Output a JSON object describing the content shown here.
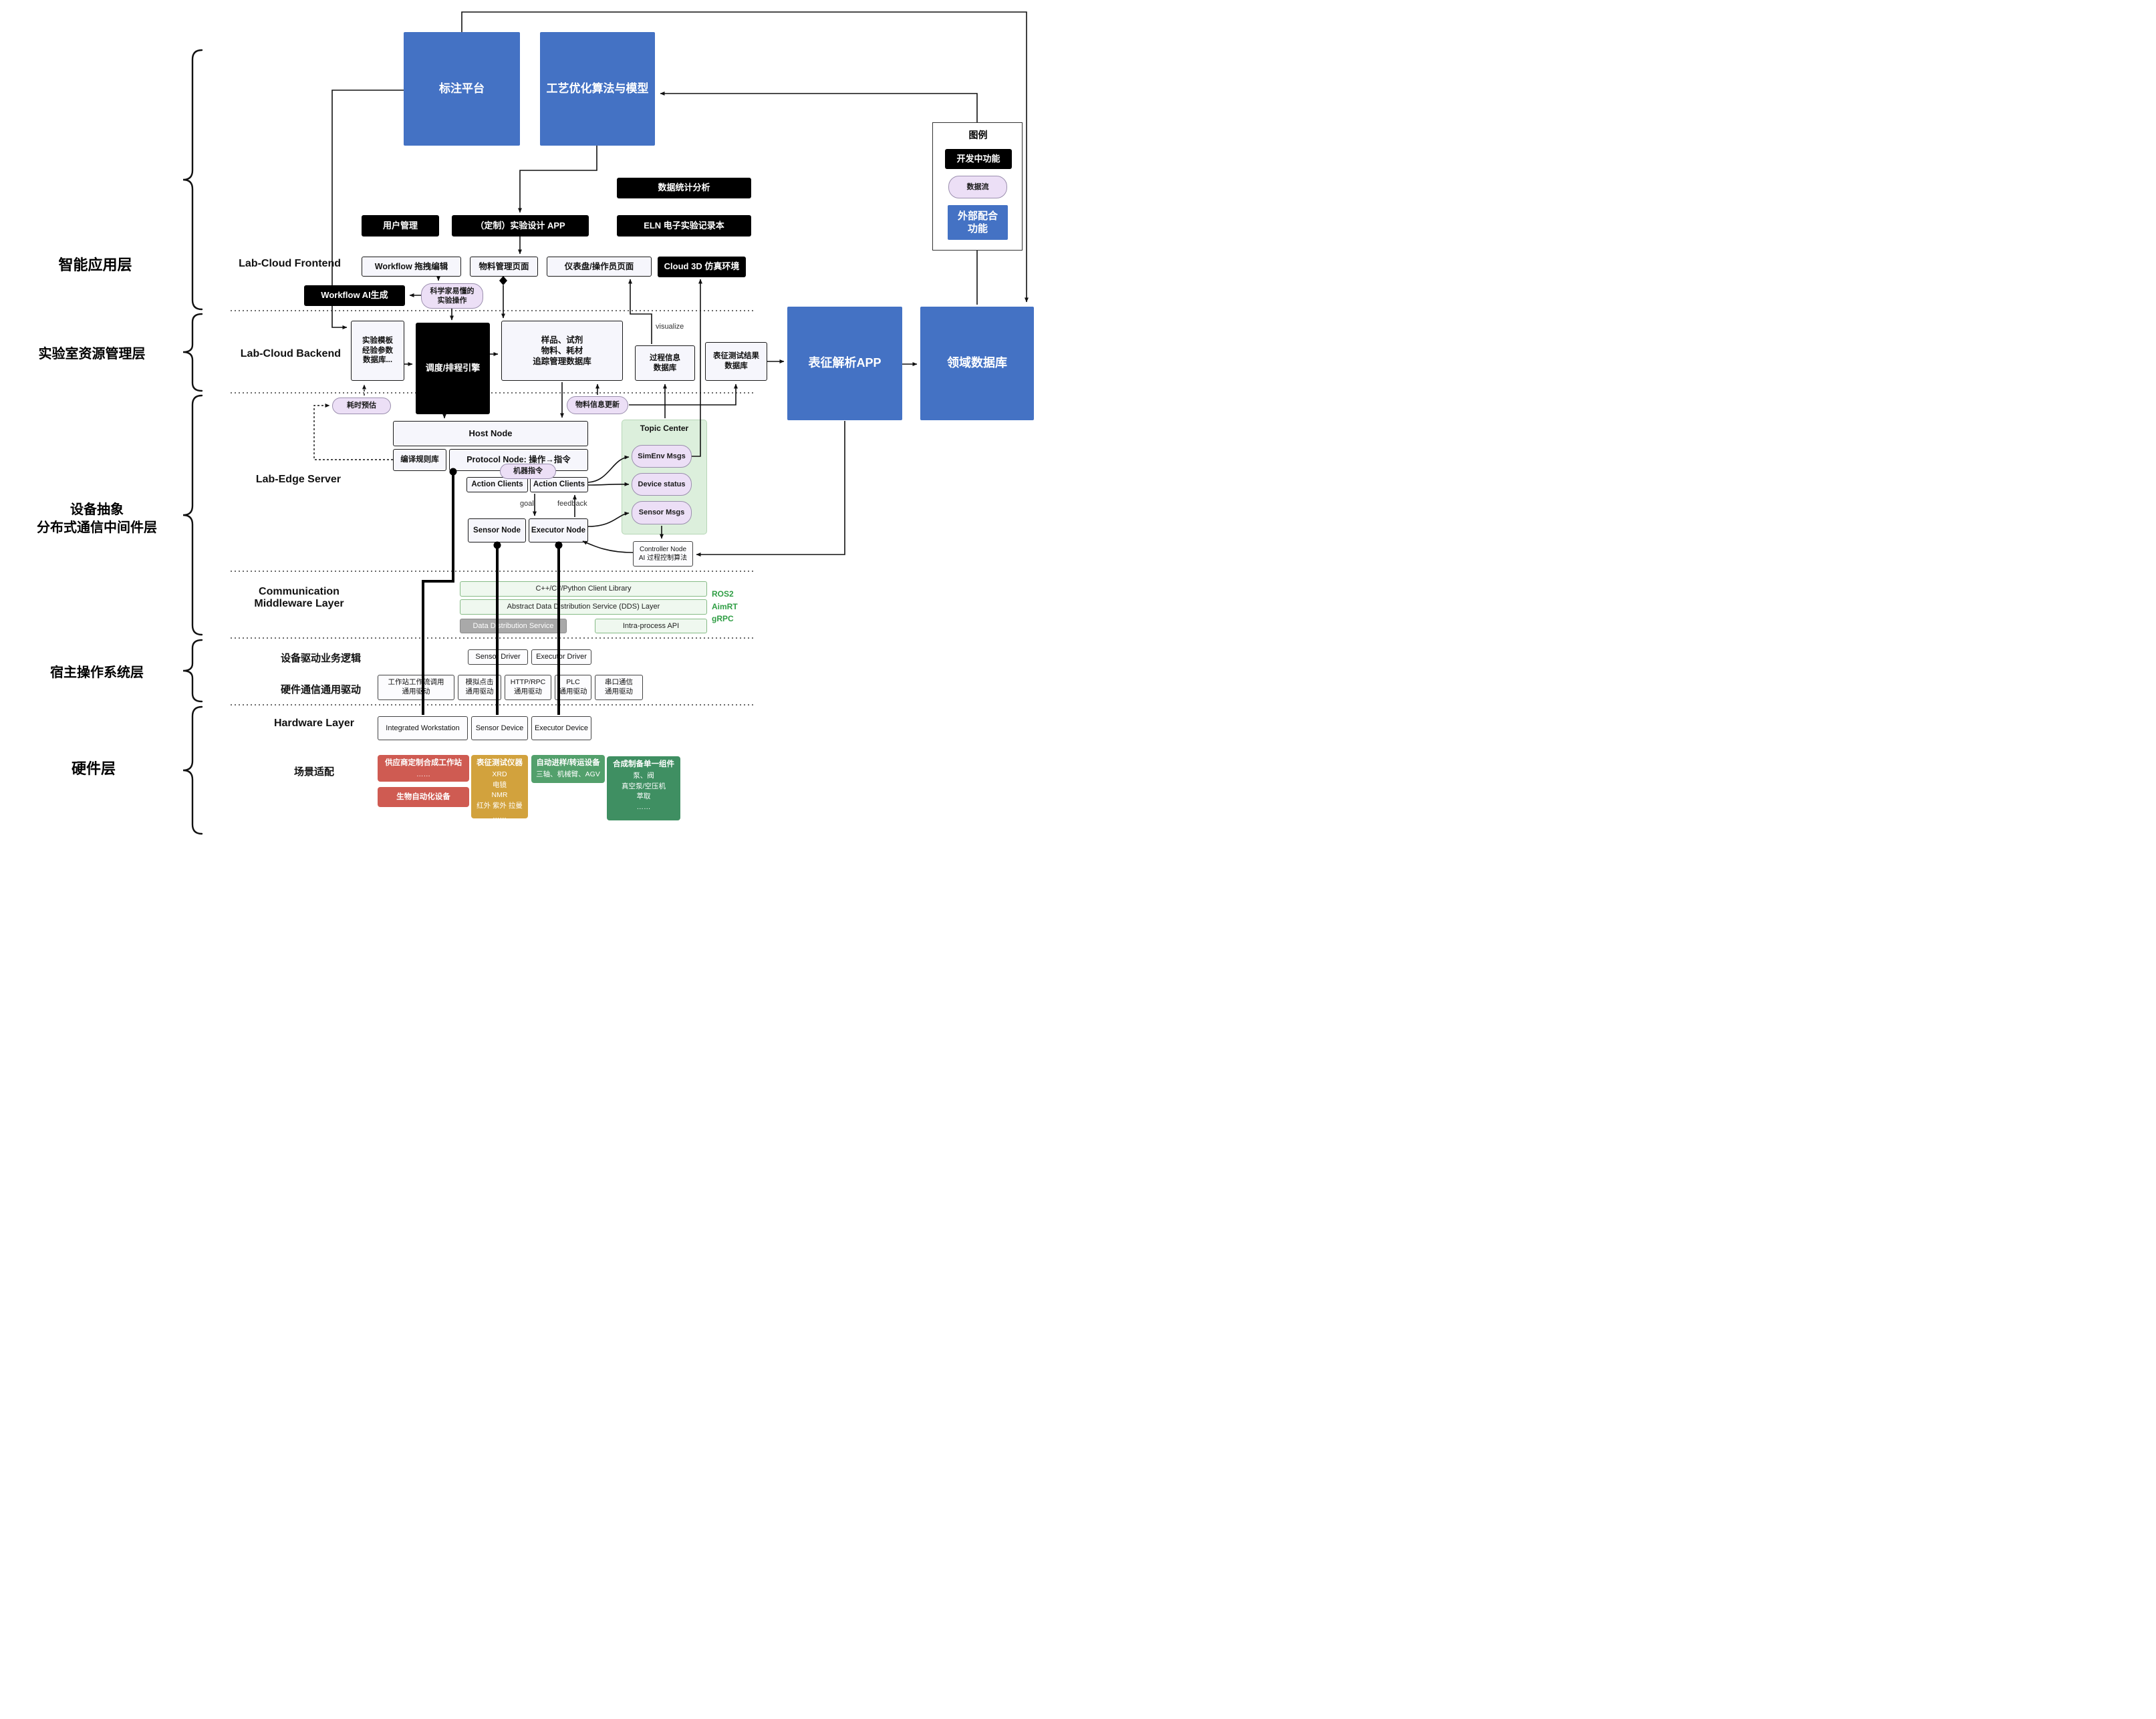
{
  "legend": {
    "title": "图例",
    "developing": "开发中功能",
    "dataflow": "数据流",
    "external": "外部配合\n功能"
  },
  "left_labels": {
    "app_layer": "智能应用层",
    "resource_layer": "实验室资源管理层",
    "middleware_layer": "设备抽象\n分布式通信中间件层",
    "host_os_layer": "宿主操作系统层",
    "hardware_layer": "硬件层"
  },
  "top_apps": {
    "annotation": "标注平台",
    "optimization": "工艺优化算法与模型"
  },
  "frontend": {
    "label": "Lab-Cloud Frontend",
    "data_stats": "数据统计分析",
    "user_mgmt": "用户管理",
    "design_app": "（定制）实验设计 APP",
    "eln": "ELN 电子实验记录本",
    "workflow_edit": "Workflow 拖拽编辑",
    "material_page": "物料管理页面",
    "dashboard_page": "仪表盘/操作员页面",
    "cloud3d": "Cloud 3D 仿真环境",
    "workflow_ai": "Workflow AI生成",
    "sci_ops": "科学家易懂的\n实验操作"
  },
  "backend": {
    "label": "Lab-Cloud Backend",
    "template_db": "实验模板\n经验参数\n数据库...",
    "scheduler": "调度/排程引擎",
    "sample_db": "样品、试剂\n物料、耗材\n追踪管理数据库",
    "process_db": "过程信息\n数据库",
    "charact_db": "表征测试结果\n数据库",
    "visualize": "visualize",
    "charact_app": "表征解析APP",
    "domain_db": "领域数据库"
  },
  "edge": {
    "label": "Lab-Edge Server",
    "time_estimate": "耗时预估",
    "material_update": "物料信息更新",
    "host_node": "Host Node",
    "compile_rules": "编译规则库",
    "protocol_node": "Protocol Node: 操作→指令",
    "machine_cmd": "机器指令",
    "action_clients_1": "Action Clients",
    "action_clients_2": "Action Clients",
    "goal": "goal",
    "feedback": "feedback",
    "sensor_node": "Sensor Node",
    "executor_node": "Executor Node",
    "topic_center": "Topic Center",
    "simenv_msgs": "SimEnv Msgs",
    "device_status": "Device status",
    "sensor_msgs": "Sensor Msgs",
    "controller_node": "Controller Node\nAI 过程控制算法"
  },
  "comm": {
    "label": "Communication\nMiddleware Layer",
    "client_lib": "C++/C#/Python Client Library",
    "dds_layer": "Abstract Data Distribution Service (DDS) Layer",
    "dds_service": "Data Distribution Service",
    "intra_api": "Intra-process API",
    "stack": "ROS2\nAimRT\ngRPC"
  },
  "host_os": {
    "driver_logic_label": "设备驱动业务逻辑",
    "sensor_driver": "Sensor Driver",
    "executor_driver": "Executor Driver",
    "hw_comm_label": "硬件通信通用驱动",
    "ws_driver": "工作站工作流调用\n通用驱动",
    "click_driver": "模拟点击\n通用驱动",
    "http_driver": "HTTP/RPC\n通用驱动",
    "plc_driver": "PLC\n通用驱动",
    "serial_driver": "串口通信\n通用驱动"
  },
  "hardware": {
    "label": "Hardware Layer",
    "integrated_ws": "Integrated Workstation",
    "sensor_device": "Sensor Device",
    "executor_device": "Executor Device",
    "scenario_label": "场景适配",
    "vendor_ws_title": "供应商定制合成工作站",
    "vendor_ws_items": "……",
    "bio_auto": "生物自动化设备",
    "charact_title": "表征测试仪器",
    "charact_items": "XRD\n电镜\nNMR\n红外 紫外 拉曼\n……",
    "transfer_title": "自动进样/转运设备",
    "transfer_items": "三轴、机械臂、AGV",
    "synth_title": "合成制备单一组件",
    "synth_items": "泵、阀\n真空泵/空压机\n萃取\n……"
  },
  "colors": {
    "external_blue": "#4472c4",
    "developing_black": "#000000",
    "dataflow_pill": "#ecdff6",
    "topic_green": "#dcefdc",
    "vendor_red": "#cf5b52",
    "instrument_gold": "#d2a23d",
    "component_green": "#3f8f62",
    "stack_text_green": "#2f9e44"
  }
}
